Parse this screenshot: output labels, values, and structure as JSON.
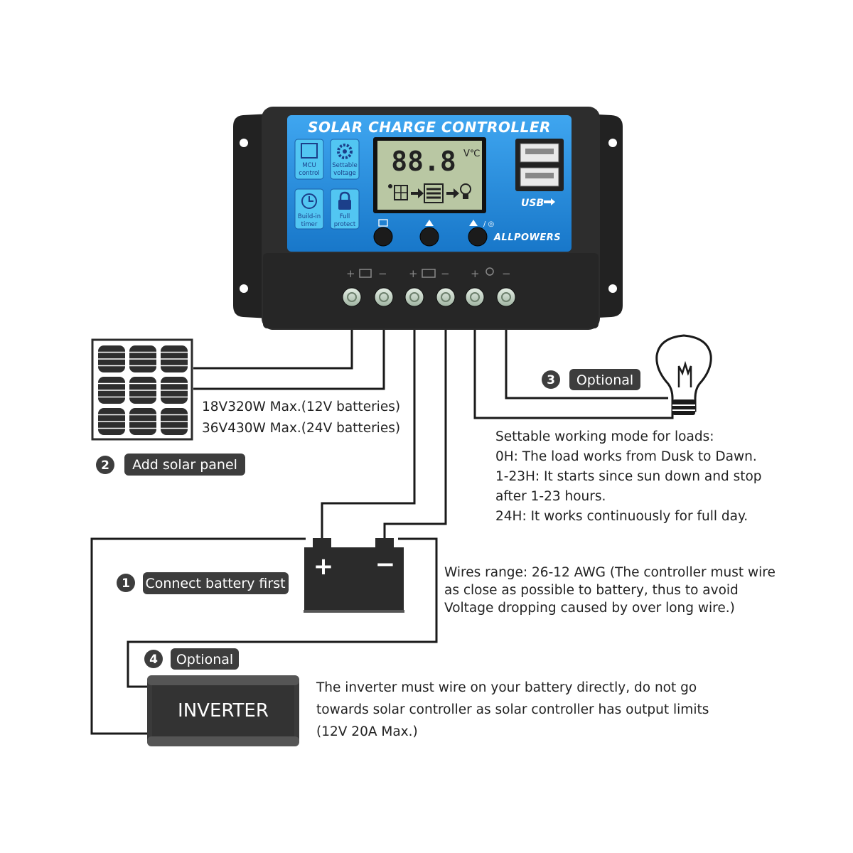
{
  "controller": {
    "title": "SOLAR CHARGE CONTROLLER",
    "brand": "ALLPOWERS",
    "lcd_digits": "88.8",
    "lcd_units": "V℃",
    "usb_label": "USB",
    "features": [
      {
        "label_line1": "MCU",
        "label_line2": "control",
        "icon": "chip-icon"
      },
      {
        "label_line1": "Settable",
        "label_line2": "voltage",
        "icon": "gear-icon"
      },
      {
        "label_line1": "Build-in",
        "label_line2": "timer",
        "icon": "clock-icon"
      },
      {
        "label_line1": "Full",
        "label_line2": "protect",
        "icon": "lock-icon"
      }
    ],
    "terminal_groups": [
      "solar-panel-terminal",
      "battery-terminal",
      "load-terminal"
    ]
  },
  "solar_panel": {
    "spec_line1": "18V320W Max.(12V batteries)",
    "spec_line2": "36V430W Max.(24V batteries)",
    "step_number": "2",
    "step_label": "Add solar panel"
  },
  "load": {
    "step_number": "3",
    "step_label": "Optional",
    "notes": [
      "Settable working mode for loads:",
      "0H: The load works from Dusk to Dawn.",
      "1-23H: It starts since sun down and stop",
      "after 1-23 hours.",
      "24H: It works continuously for full day."
    ]
  },
  "battery": {
    "step_number": "1",
    "step_label": "Connect battery first",
    "plus": "+",
    "minus": "−",
    "notes": [
      "Wires range: 26-12 AWG (The controller must wire",
      "as close as possible to battery, thus to avoid",
      "Voltage dropping caused by over long wire.)"
    ]
  },
  "inverter": {
    "step_number": "4",
    "step_label": "Optional",
    "label": "INVERTER",
    "notes": [
      "The inverter must wire on your battery directly, do not go",
      "towards solar controller as solar controller has output limits",
      "(12V 20A Max.)"
    ]
  },
  "colors": {
    "housing": "#2b2b2b",
    "faceplate": "#1e8fe0",
    "lcd": "#b9c7a3",
    "pill": "#3d3d3d",
    "wire": "#1a1a1a"
  }
}
